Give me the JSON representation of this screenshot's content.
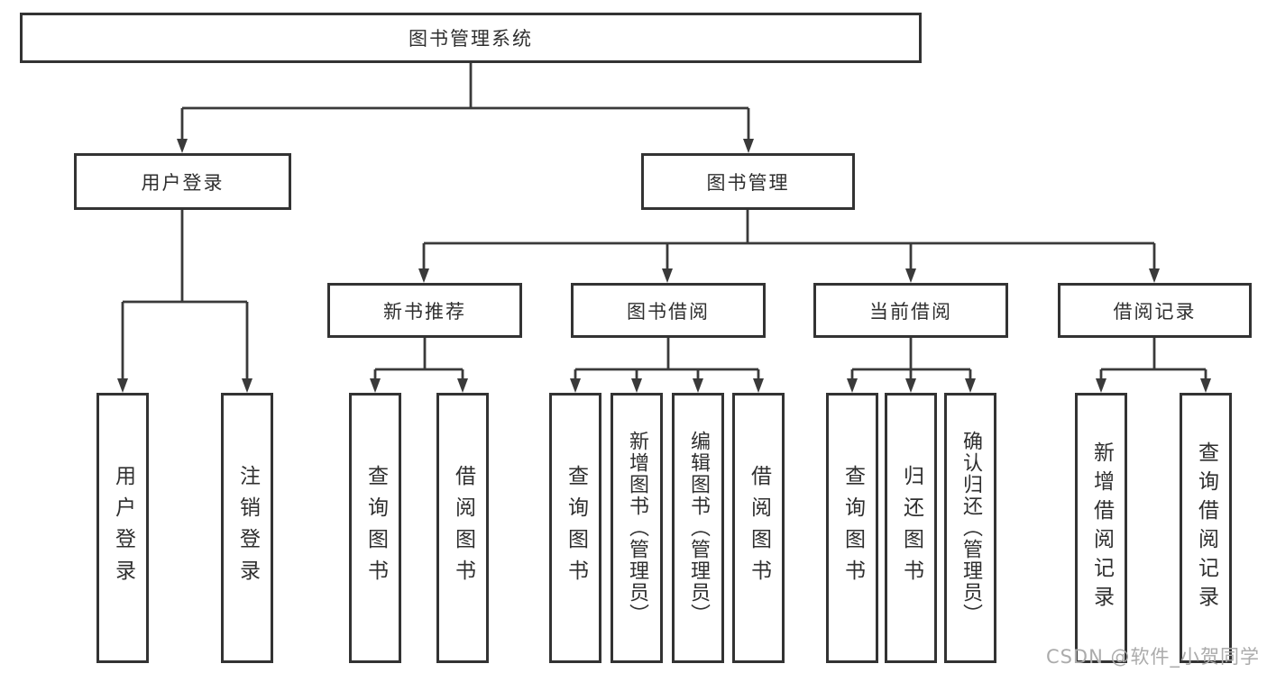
{
  "diagram": {
    "root_label": "图书管理系统",
    "level2": [
      {
        "label": "用户登录",
        "leaves": [
          "用户登录",
          "注销登录"
        ]
      },
      {
        "label": "图书管理",
        "children": [
          {
            "label": "新书推荐",
            "leaves": [
              "查询图书",
              "借阅图书"
            ]
          },
          {
            "label": "图书借阅",
            "leaves": [
              "查询图书",
              "新增图书（管理员）",
              "编辑图书（管理员）",
              "借阅图书"
            ]
          },
          {
            "label": "当前借阅",
            "leaves": [
              "查询图书",
              "归还图书",
              "确认归还（管理员）"
            ]
          },
          {
            "label": "借阅记录",
            "leaves": [
              "新增借阅记录",
              "查询借阅记录"
            ]
          }
        ]
      }
    ]
  },
  "watermark": {
    "text": "CSDN @软件_小贺同学"
  },
  "colors": {
    "line": "#3a3a3a",
    "box_border": "#333333",
    "text": "#2f2f2f",
    "watermark": "#ababab",
    "background": "#ffffff"
  }
}
